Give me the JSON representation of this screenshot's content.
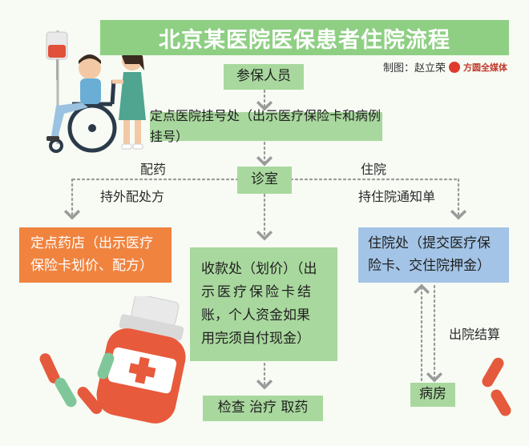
{
  "title": "北京某医院医保患者住院流程",
  "credit": {
    "prefix": "制图：赵立荣",
    "logo_text": "方圆全媒体"
  },
  "nodes": {
    "insured": "参保人员",
    "register": "定点医院挂号处（出示医疗保险卡和病例挂号）",
    "clinic": "诊室",
    "pharmacy_line1": "定点药店（出示医疗",
    "pharmacy_line2": "保险卡划价、配方）",
    "cashier_line1": "收款处（划价）（出",
    "cashier_line2": "示医疗保险卡结",
    "cashier_line3": "账，个人资金如果",
    "cashier_line4": "用完须自付现金）",
    "admission_line1": "住院处（提交医疗保",
    "admission_line2": "险卡、交住院押金）",
    "exam": "检查 治疗 取药",
    "ward": "病房"
  },
  "labels": {
    "prescribe": "配药",
    "outside_rx": "持外配处方",
    "hospitalize": "住院",
    "admission_notice": "持住院通知单",
    "discharge": "出院结算"
  },
  "colors": {
    "green": "#a9d89e",
    "orange": "#f0833e",
    "blue": "#a3c4e6",
    "title": "#8fcf84"
  }
}
